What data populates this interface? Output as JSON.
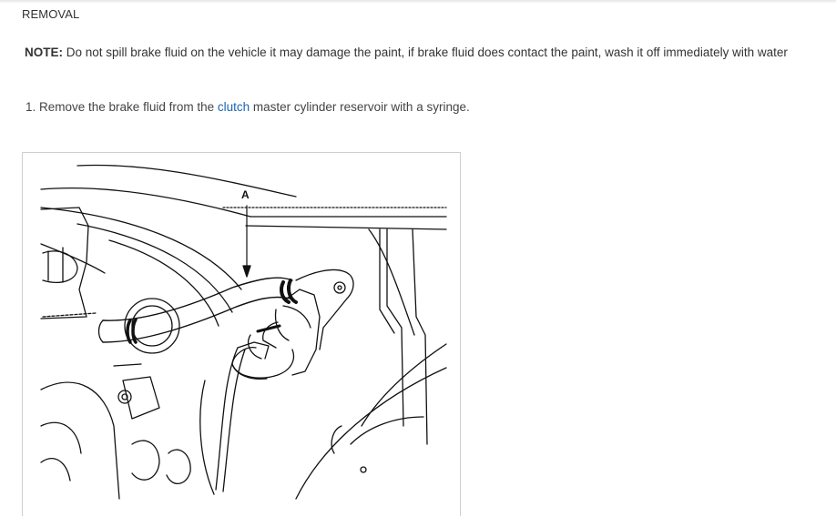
{
  "section": {
    "heading": "REMOVAL"
  },
  "note": {
    "label": "NOTE:",
    "text": " Do not spill brake fluid on the vehicle it may damage the paint, if brake fluid does contact the paint, wash it off immediately with water"
  },
  "step1": {
    "prefix": "1. Remove the brake fluid from the ",
    "link_text": "clutch",
    "suffix": " master cylinder reservoir with a syringe."
  },
  "figure": {
    "callout_label": "A"
  },
  "colors": {
    "link": "#1a66b3",
    "text": "#333333"
  }
}
